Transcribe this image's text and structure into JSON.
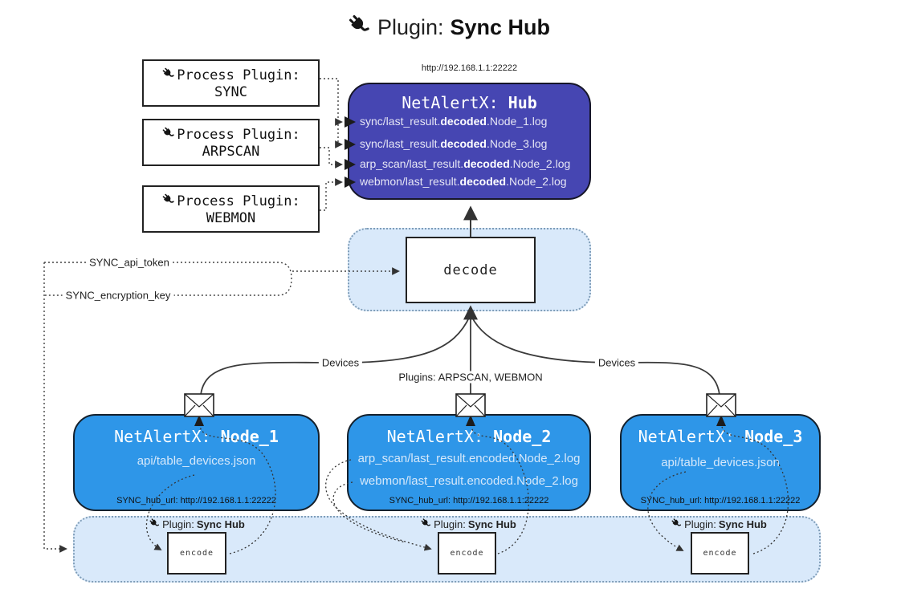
{
  "title": {
    "label": "Plugin:",
    "name": "Sync Hub"
  },
  "process_plugins": [
    {
      "label": "Process Plugin:",
      "name": "SYNC"
    },
    {
      "label": "Process Plugin:",
      "name": "ARPSCAN"
    },
    {
      "label": "Process Plugin:",
      "name": "WEBMON"
    }
  ],
  "hub": {
    "url": "http://192.168.1.1:22222",
    "title_prefix": "NetAlertX:",
    "title_name": "Hub",
    "files": [
      {
        "pre": "sync/last_result.",
        "mid": "decoded",
        "post": ".Node_1.log"
      },
      {
        "pre": "sync/last_result.",
        "mid": "decoded",
        "post": ".Node_3.log"
      },
      {
        "pre": "arp_scan/last_result.",
        "mid": "decoded",
        "post": ".Node_2.log"
      },
      {
        "pre": "webmon/last_result.",
        "mid": "decoded",
        "post": ".Node_2.log"
      }
    ]
  },
  "decode_box": {
    "label": "decode"
  },
  "config_keys": {
    "api_token": "SYNC_api_token",
    "encryption_key": "SYNC_encryption_key"
  },
  "edge_labels": {
    "left": "Devices",
    "middle": "Plugins: ARPSCAN, WEBMON",
    "right": "Devices"
  },
  "nodes": [
    {
      "title_prefix": "NetAlertX:",
      "title_name": "Node_1",
      "files": [
        "api/table_devices.json"
      ],
      "hub_url": "SYNC_hub_url: http://192.168.1.1:22222"
    },
    {
      "title_prefix": "NetAlertX:",
      "title_name": "Node_2",
      "files": [
        "arp_scan/last_result.encoded.Node_2.log",
        "webmon/last_result.encoded.Node_2.log"
      ],
      "hub_url": "SYNC_hub_url: http://192.168.1.1:22222"
    },
    {
      "title_prefix": "NetAlertX:",
      "title_name": "Node_3",
      "files": [
        "api/table_devices.json"
      ],
      "hub_url": "SYNC_hub_url: http://192.168.1.1:22222"
    }
  ],
  "sync_band": {
    "plugin_label": "Plugin:",
    "plugin_name": "Sync Hub",
    "encode_label": "encode"
  },
  "colors": {
    "hub_fill": "#4646b2",
    "node_fill": "#2e96e8",
    "band_fill": "#d9e9fa",
    "line": "#3a3a3a"
  }
}
